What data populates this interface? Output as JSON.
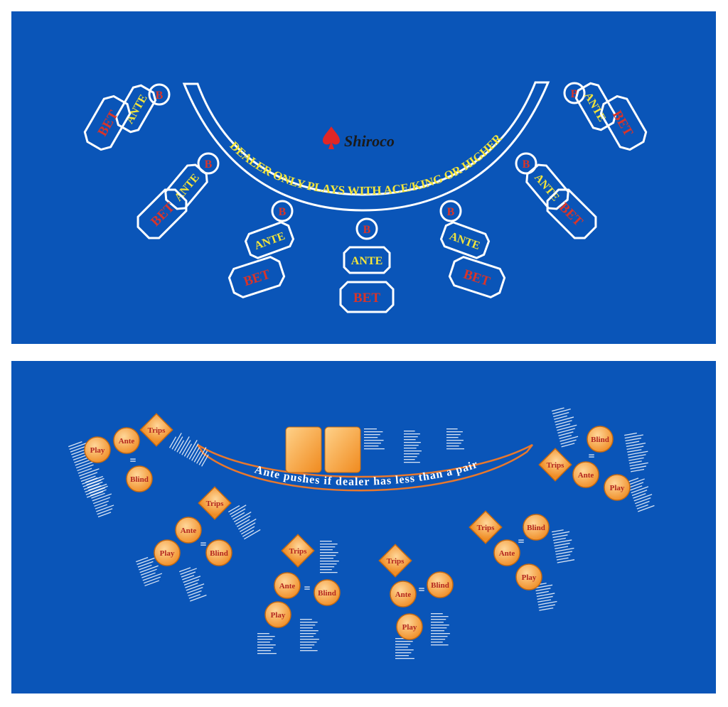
{
  "colors": {
    "felt": "#0a55b8",
    "line": "#ffffff",
    "text_red": "#d8342a",
    "text_yellow": "#f4e53a",
    "orange": "#f39a2a",
    "arc_orange": "#e9782c"
  },
  "top_table": {
    "arc_text": "DEALER ONLY PLAYS WITH ACE/KING OR HIGHER",
    "logo": {
      "text": "Shiroco",
      "icon": "spade-icon"
    },
    "seat_labels": {
      "bonus": "B",
      "ante": "ANTE",
      "bet": "BET"
    },
    "seat_count": 7
  },
  "bottom_table": {
    "arc_text": "Ante pushes if dealer has less than a pair",
    "spot_labels": {
      "trips": "Trips",
      "ante": "Ante",
      "blind": "Blind",
      "play": "Play",
      "equals": "="
    },
    "seat_count": 6
  }
}
